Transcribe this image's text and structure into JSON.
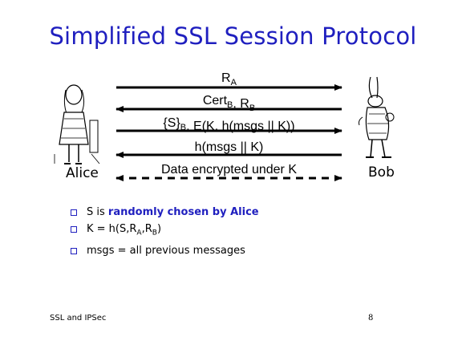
{
  "slide": {
    "title": "Simplified SSL Session Protocol",
    "footer_left": "SSL and IPSec",
    "page_number": "8"
  },
  "parties": {
    "left": "Alice",
    "right": "Bob"
  },
  "messages": [
    {
      "direction": "right",
      "line_style": "solid",
      "text": [
        {
          "t": "R"
        },
        {
          "t": "A",
          "sub": true
        }
      ]
    },
    {
      "direction": "left",
      "line_style": "solid",
      "text": [
        {
          "t": "Cert"
        },
        {
          "t": "B",
          "sub": true
        },
        {
          "t": ", R"
        },
        {
          "t": "B",
          "sub": true
        }
      ]
    },
    {
      "direction": "right",
      "line_style": "solid",
      "text": [
        {
          "t": "{S}"
        },
        {
          "t": "B",
          "sub": true
        },
        {
          "t": ", E(K, h(msgs || K))"
        }
      ]
    },
    {
      "direction": "left",
      "line_style": "solid",
      "text": [
        {
          "t": "h(msgs || K)"
        }
      ]
    },
    {
      "direction": "both",
      "line_style": "dashed",
      "text": [
        {
          "t": "Data encrypted under K"
        }
      ]
    }
  ],
  "bullets": [
    [
      {
        "t": "S is "
      },
      {
        "t": "randomly chosen by Alice",
        "accent": true
      }
    ],
    [
      {
        "t": "K = h(S,R"
      },
      {
        "t": "A",
        "sub": true
      },
      {
        "t": ",R"
      },
      {
        "t": "B",
        "sub": true
      },
      {
        "t": ")"
      }
    ],
    [
      {
        "t": "msgs = all previous messages"
      }
    ]
  ],
  "colors": {
    "title": "#1f1fbf",
    "accent": "#1f1fbf",
    "arrow": "#000000"
  }
}
